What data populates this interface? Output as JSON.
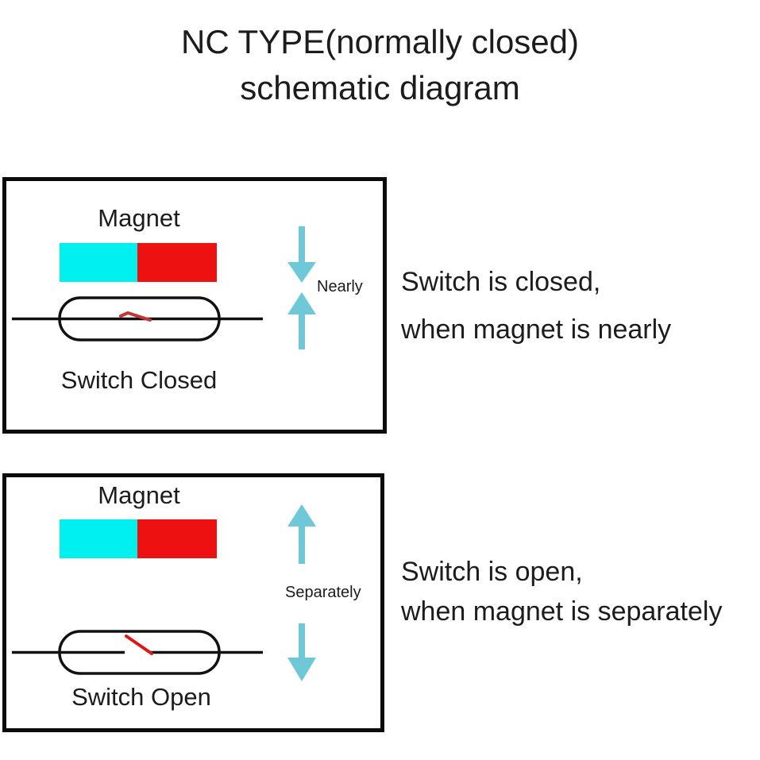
{
  "title": {
    "line1": "NC TYPE(normally closed)",
    "line2": "schematic diagram"
  },
  "colors": {
    "magnet_cyan": "#00f0f0",
    "magnet_red": "#ee1111",
    "arrow_blue": "#6fc8d8",
    "contact_red_closed": "#c63333",
    "contact_red_open": "#dd1818",
    "line_black": "#111111"
  },
  "panel_closed": {
    "magnet_label": "Magnet",
    "switch_label": "Switch Closed",
    "arrow_label": "Nearly"
  },
  "panel_open": {
    "magnet_label": "Magnet",
    "switch_label": "Switch Open",
    "arrow_label": "Separately"
  },
  "caption_closed": {
    "line1": "Switch is closed,",
    "line2": "when magnet is nearly"
  },
  "caption_open": {
    "line1": "Switch is open,",
    "line2": "when magnet is separately"
  }
}
